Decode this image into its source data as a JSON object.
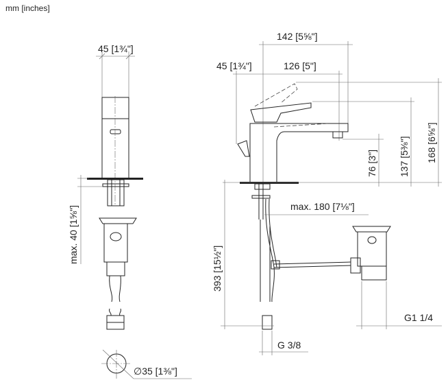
{
  "units_label": "mm [inches]",
  "front_view": {
    "width_dim": "45 [1¾\"]",
    "deck_thickness_dim": "max. 40 [1⅝\"]",
    "hole_dim": "∅35 [1⅜\"]"
  },
  "side_view": {
    "spout_reach_dim": "142 [5⅝\"]",
    "outlet_reach_dim": "126 [5\"]",
    "lever_offset_dim": "45 [1¾\"]",
    "outlet_height_dim": "76 [3\"]",
    "lever_height_dim": "137 [5⅜\"]",
    "total_height_dim": "168 [6⅝\"]",
    "max_distance_dim": "max. 180 [7⅛\"]",
    "below_deck_dim": "393 [15½\"]",
    "supply_thread": "G 3/8",
    "waste_thread": "G1 1/4"
  }
}
